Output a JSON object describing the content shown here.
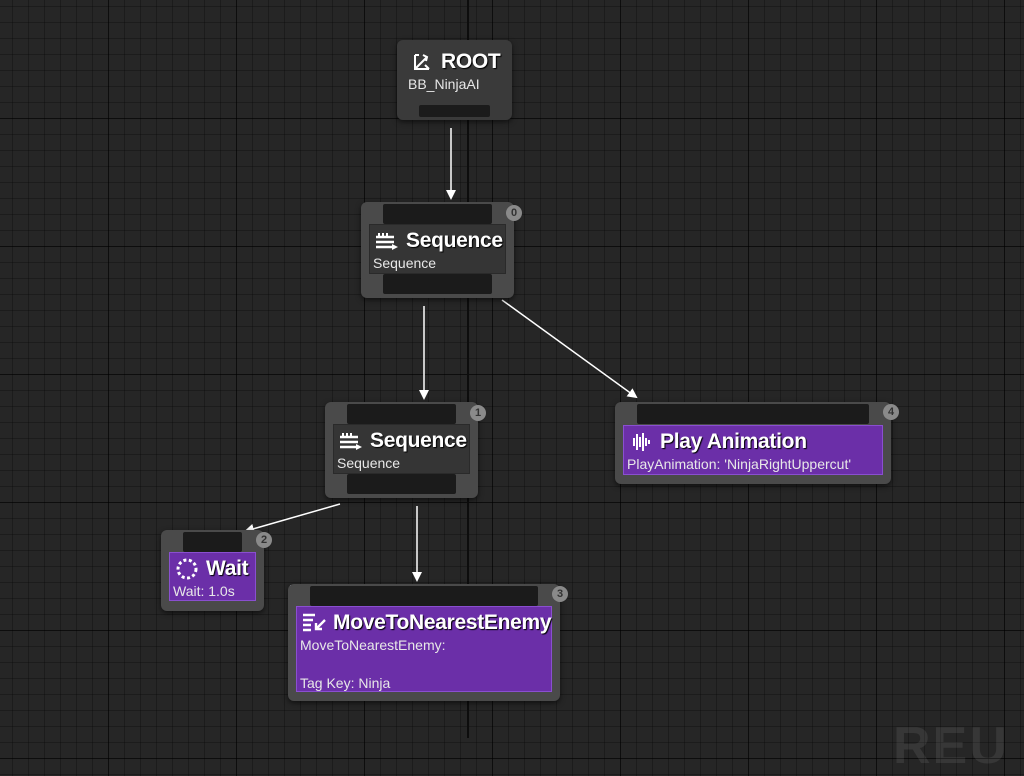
{
  "root": {
    "title": "ROOT",
    "subtitle": "BB_NinjaAI"
  },
  "nodes": {
    "seq0": {
      "title": "Sequence",
      "subtitle": "Sequence",
      "index": "0"
    },
    "seq1": {
      "title": "Sequence",
      "subtitle": "Sequence",
      "index": "1"
    },
    "play": {
      "title": "Play Animation",
      "subtitle": "PlayAnimation: 'NinjaRightUppercut'",
      "index": "4"
    },
    "wait": {
      "title": "Wait",
      "subtitle": "Wait: 1.0s",
      "index": "2"
    },
    "move": {
      "title": "MoveToNearestEnemy",
      "subtitle": "MoveToNearestEnemy:",
      "detail": "Tag Key: Ninja",
      "index": "3"
    }
  },
  "icons": {
    "root": "root-arrows-icon",
    "sequence": "sequence-arrows-icon",
    "play": "audio-waveform-icon",
    "wait": "wait-spinner-icon",
    "move": "move-to-icon"
  },
  "colors": {
    "task": "#6b2fa8",
    "composite": "#353535",
    "node": "#4a4a4a",
    "link": "#ffffff"
  },
  "watermark": "REU"
}
